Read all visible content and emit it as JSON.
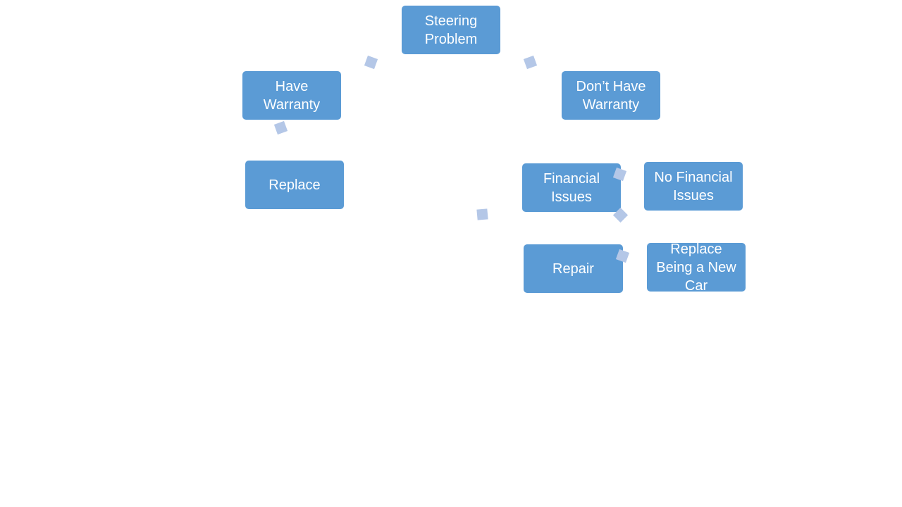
{
  "colors": {
    "node_fill": "#5b9bd5",
    "node_text": "#ffffff",
    "connector": "#b4c7e7",
    "background": "#ffffff"
  },
  "nodes": {
    "steering_problem": "Steering\nProblem",
    "have_warranty": "Have\nWarranty",
    "dont_have_warranty": "Don’t Have\nWarranty",
    "replace": "Replace",
    "financial_issues": "Financial\nIssues",
    "no_financial_issues": "No Financial\nIssues",
    "repair": "Repair",
    "replace_new_car": "Replace\nBeing a New\nCar"
  }
}
